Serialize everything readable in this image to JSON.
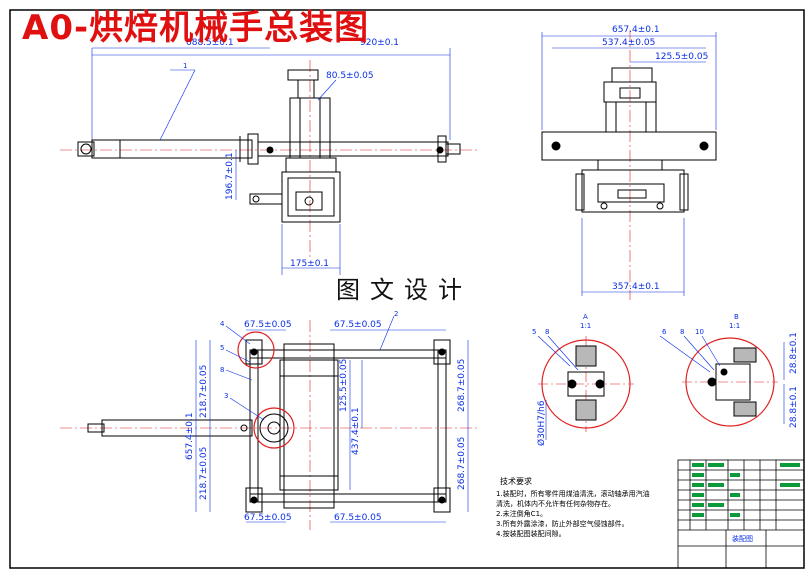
{
  "title": "A0-烘焙机械手总装图",
  "watermark": "图文设计",
  "views": {
    "front": {
      "dims": [
        "688.5±0.1",
        "920±0.1",
        "80.5±0.05",
        "196.7±0.1",
        "175±0.1"
      ],
      "balloon": "1"
    },
    "side": {
      "dims": [
        "657.4±0.1",
        "537.4±0.05",
        "125.5±0.05",
        "357.4±0.1"
      ]
    },
    "top": {
      "dims_top": [
        "67.5±0.05",
        "67.5±0.05"
      ],
      "dims_bottom": [
        "67.5±0.05",
        "67.5±0.05"
      ],
      "dims_left": [
        "657.4±0.1",
        "218.7±0.05",
        "218.7±0.05"
      ],
      "dims_mid": [
        "125.5±0.05",
        "437.4±0.1"
      ],
      "dims_right": [
        "268.7±0.05",
        "268.7±0.05"
      ],
      "balloons": [
        "4",
        "5",
        "8",
        "3",
        "2"
      ]
    },
    "detail_a": {
      "label": "A",
      "scale": "1:1",
      "fit": "Ø30H7/h6",
      "balloons": [
        "5",
        "8"
      ]
    },
    "detail_b": {
      "label": "B",
      "scale": "1:1",
      "dims": [
        "28.8±0.1",
        "28.8±0.1"
      ],
      "balloons": [
        "6",
        "8",
        "10"
      ]
    }
  },
  "notes": {
    "title": "技术要求",
    "lines": [
      "1.装配时，所有零件用煤油清洗，滚动轴承用汽油",
      "清洗，机体内不允许有任何杂物存在。",
      "2.未注倒角C1。",
      "3.所有外露涂漆，防止外部空气侵蚀部件。",
      "4.按装配图装配间隙。"
    ]
  },
  "title_block": {
    "name": "装配图"
  },
  "colors": {
    "title": "#e01010",
    "geometry": "#000000",
    "dimension": "#0a2ee6",
    "section": "#e02020",
    "fill": "#b8b8b8"
  }
}
